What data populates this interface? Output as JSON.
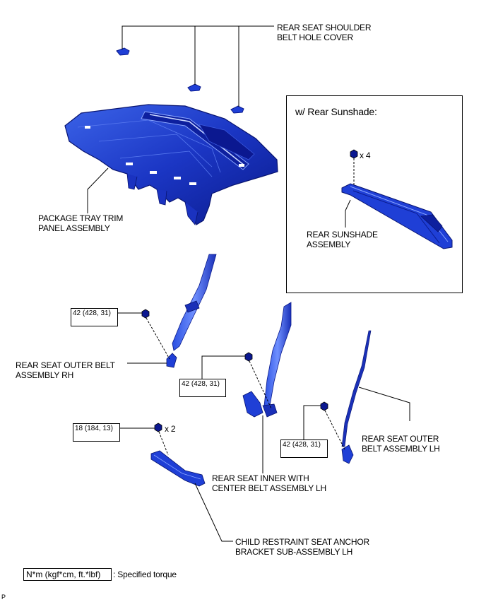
{
  "labels": {
    "shoulder_cover": [
      "REAR SEAT SHOULDER",
      "BELT HOLE COVER"
    ],
    "package_tray": [
      "PACKAGE TRAY TRIM",
      "PANEL ASSEMBLY"
    ],
    "sunshade": [
      "REAR SUNSHADE",
      "ASSEMBLY"
    ],
    "outer_rh": [
      "REAR SEAT OUTER BELT",
      "ASSEMBLY RH"
    ],
    "inner_lh": [
      "REAR SEAT INNER WITH",
      "CENTER BELT ASSEMBLY LH"
    ],
    "outer_lh": [
      "REAR SEAT OUTER",
      "BELT ASSEMBLY LH"
    ],
    "anchor": [
      "CHILD RESTRAINT SEAT ANCHOR",
      "BRACKET SUB-ASSEMBLY LH"
    ]
  },
  "inset": {
    "title": "w/ Rear Sunshade:",
    "bolt_qty": "x 4"
  },
  "torques": {
    "outer_rh": "42 (428, 31)",
    "inner_lh": "42 (428, 31)",
    "outer_lh": "42 (428, 31)",
    "anchor": "18 (184, 13)"
  },
  "anchor_qty": "x 2",
  "legend": {
    "unit": "N*m (kgf*cm, ft.*lbf)",
    "desc": ": Specified torque"
  },
  "corner_mark": "P",
  "colors": {
    "part_dark": "#0a1a8c",
    "part_mid": "#1f3fd6",
    "part_light": "#4f78f0",
    "part_hi": "#a9c0ff"
  }
}
